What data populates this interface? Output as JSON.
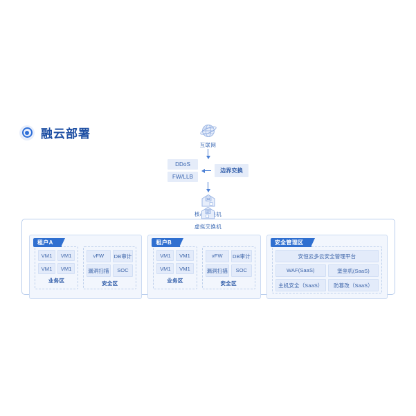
{
  "header": {
    "title": "融云部署",
    "icon": "target-circle-icon"
  },
  "flow": {
    "internet": {
      "label": "互联网",
      "icon": "globe-icon"
    },
    "border_switch": {
      "label": "边界交换"
    },
    "security_appliances": [
      "DDoS",
      "FW/LLB"
    ],
    "core_switch": {
      "label": "核心交换机",
      "icon": "switch-device-icon"
    },
    "virtual_switch": {
      "label": "虚拟交换机",
      "icon": "virtual-switch-icon"
    }
  },
  "panels": [
    {
      "tab": "租户A",
      "zones": [
        {
          "name": "业务区",
          "items": [
            "VM1",
            "VM1",
            "VM1",
            "VM1"
          ]
        },
        {
          "name": "安全区",
          "items": [
            "vFW",
            "DB审计",
            "漏洞扫描",
            "SOC"
          ]
        }
      ]
    },
    {
      "tab": "租户B",
      "zones": [
        {
          "name": "业务区",
          "items": [
            "VM1",
            "VM1",
            "VM1",
            "VM1"
          ]
        },
        {
          "name": "安全区",
          "items": [
            "vFW",
            "DB审计",
            "漏洞扫描",
            "SOC"
          ]
        }
      ]
    },
    {
      "tab": "安全管理区",
      "platform": "安恒云多云安全管理平台",
      "saas_items": [
        "WAF(SaaS)",
        "堡垒机(SaaS)",
        "主机安全（SaaS）",
        "防篡改（SaaS）"
      ]
    }
  ],
  "colors": {
    "accent": "#2f6fd0",
    "title": "#1e4fa3",
    "panel_bg": "#f2f6fd",
    "cell_bg": "#e3ebfa",
    "border": "#b9cdec",
    "arrow": "#4a7fd4"
  }
}
